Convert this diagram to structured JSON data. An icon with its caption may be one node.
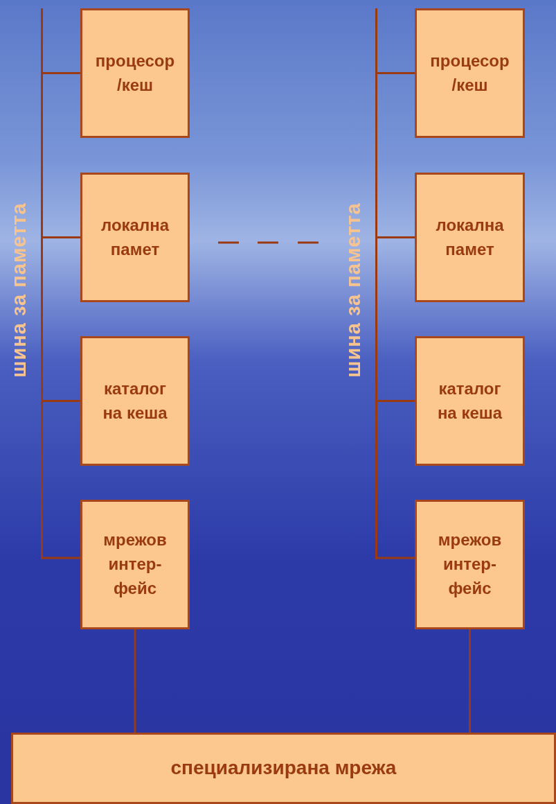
{
  "diagram": {
    "nodes": [
      {
        "text": [],
        "shape": "bar",
        "beside": [
          "шина за паметта"
        ]
      },
      {
        "text": [
          "процесор /кеш"
        ]
      },
      {
        "text": [
          "локална памет"
        ]
      },
      {
        "text": [
          "каталог на кеша"
        ]
      },
      {
        "text": [
          "мрежов интер- фейс"
        ]
      },
      {
        "text": [],
        "shape": "bar",
        "beside": [
          "шина за паметта"
        ]
      },
      {
        "text": [
          "процесор /кеш"
        ]
      },
      {
        "text": [
          "локална памет"
        ]
      },
      {
        "text": [
          "каталог на кеша"
        ]
      },
      {
        "text": [
          "мрежов интер- фейс"
        ]
      },
      {
        "text": [
          "специализирана мрежа"
        ]
      }
    ],
    "edges": [
      {
        "from": 1,
        "to": 0,
        "arrow": "none"
      },
      {
        "from": 2,
        "to": 0,
        "arrow": "none"
      },
      {
        "from": 3,
        "to": 0,
        "arrow": "none"
      },
      {
        "from": 4,
        "to": 0,
        "arrow": "none"
      },
      {
        "from": 6,
        "to": 5,
        "arrow": "none"
      },
      {
        "from": 7,
        "to": 5,
        "arrow": "none"
      },
      {
        "from": 8,
        "to": 5,
        "arrow": "none"
      },
      {
        "from": 9,
        "to": 5,
        "arrow": "none"
      },
      {
        "from": 4,
        "to": 10,
        "arrow": "none"
      },
      {
        "from": 9,
        "to": 10,
        "arrow": "none"
      }
    ]
  }
}
